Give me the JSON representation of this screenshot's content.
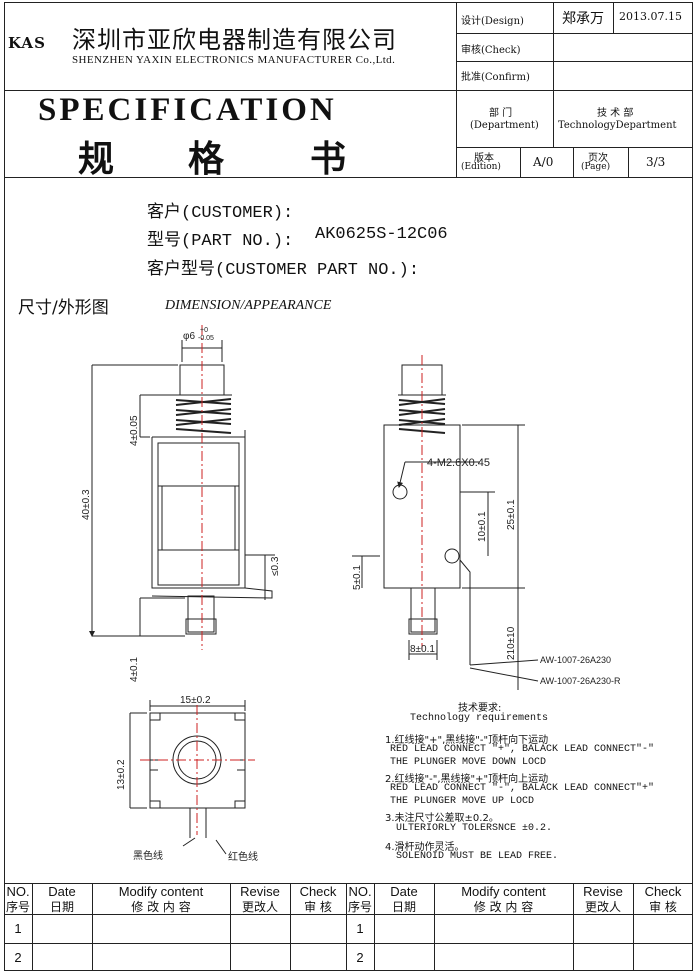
{
  "header": {
    "logo": "KAS",
    "company_cn": "深圳市亚欣电器制造有限公司",
    "company_en": "SHENZHEN YAXIN ELECTRONICS MANUFACTURER Co.,Ltd.",
    "design_label": "设计(Design)",
    "designer": "郑承万",
    "date": "2013.07.15",
    "check_label": "审核(Check)",
    "confirm_label": "批准(Confirm)",
    "spec_title": "SPECIFICATION",
    "spec_title_cn": [
      "规",
      "格",
      "书"
    ],
    "dept_label_cn": "部 门",
    "dept_label_en": "(Department)",
    "dept_value_cn": "技 术 部",
    "dept_value_en": "TechnologyDepartment",
    "edition_cn": "版本",
    "edition_en": "(Edition)",
    "edition_value": "A/0",
    "page_cn": "页次",
    "page_en": "(Page)",
    "page_value": "3/3"
  },
  "customer": {
    "customer_label": "客户(CUSTOMER):",
    "part_no_label": "型号(PART NO.):",
    "part_no": "AK0625S-12C06",
    "customer_part_label": "客户型号(CUSTOMER PART NO.):"
  },
  "section": {
    "title_cn": "尺寸/外形图",
    "title_en": "DIMENSION/APPEARANCE"
  },
  "drawing": {
    "front": {
      "phi": "φ6",
      "tol_up": "+0",
      "tol_dn": "-0.05",
      "d1": "4±0.05",
      "d2": "40±0.3",
      "d3": "≤0.3",
      "d4": "4±0.1"
    },
    "side": {
      "screw": "4-M2.6X0.45",
      "d1": "25±0.1",
      "d2": "10±0.1",
      "d3": "5±0.1",
      "d4": "8±0.1",
      "d5": "210±10",
      "wire1": "AW-1007-26A230",
      "wire2": "AW-1007-26A230-R"
    },
    "bottom": {
      "w": "15±0.2",
      "h": "13±0.2",
      "black": "黑色线",
      "red": "红色线"
    }
  },
  "requirements": {
    "title_cn": "技术要求:",
    "title_en": "Technology  requirements",
    "items": [
      {
        "cn": "1.红线接\"+\",黑线接\"-\"顶杆向下运动",
        "en": [
          "RED LEAD CONNECT \"+\", BALACK LEAD CONNECT\"-\"",
          "THE PLUNGER MOVE DOWN LOCD"
        ]
      },
      {
        "cn": "2.红线接\"-\",黑线接\"+\"顶杆向上运动",
        "en": [
          "RED LEAD CONNECT \"-\", BALACK LEAD CONNECT\"+\"",
          "THE PLUNGER MOVE UP LOCD"
        ]
      },
      {
        "cn": "3.未注尺寸公差取±0.2。",
        "en": [
          "ULTERIORLY TOLERSNCE ±0.2."
        ]
      },
      {
        "cn": "4.滑杆动作灵活。",
        "en": [
          "SOLENOID MUST BE LEAD FREE."
        ]
      }
    ]
  },
  "revision_table": {
    "headers": [
      {
        "en": "NO.",
        "cn": "序号"
      },
      {
        "en": "Date",
        "cn": "日期"
      },
      {
        "en": "Modify content",
        "cn": "修 改 内 容"
      },
      {
        "en": "Revise",
        "cn": "更改人"
      },
      {
        "en": "Check",
        "cn": "审  核"
      }
    ],
    "rows_left": [
      "1",
      "2"
    ],
    "rows_right": [
      "1",
      "2"
    ]
  }
}
